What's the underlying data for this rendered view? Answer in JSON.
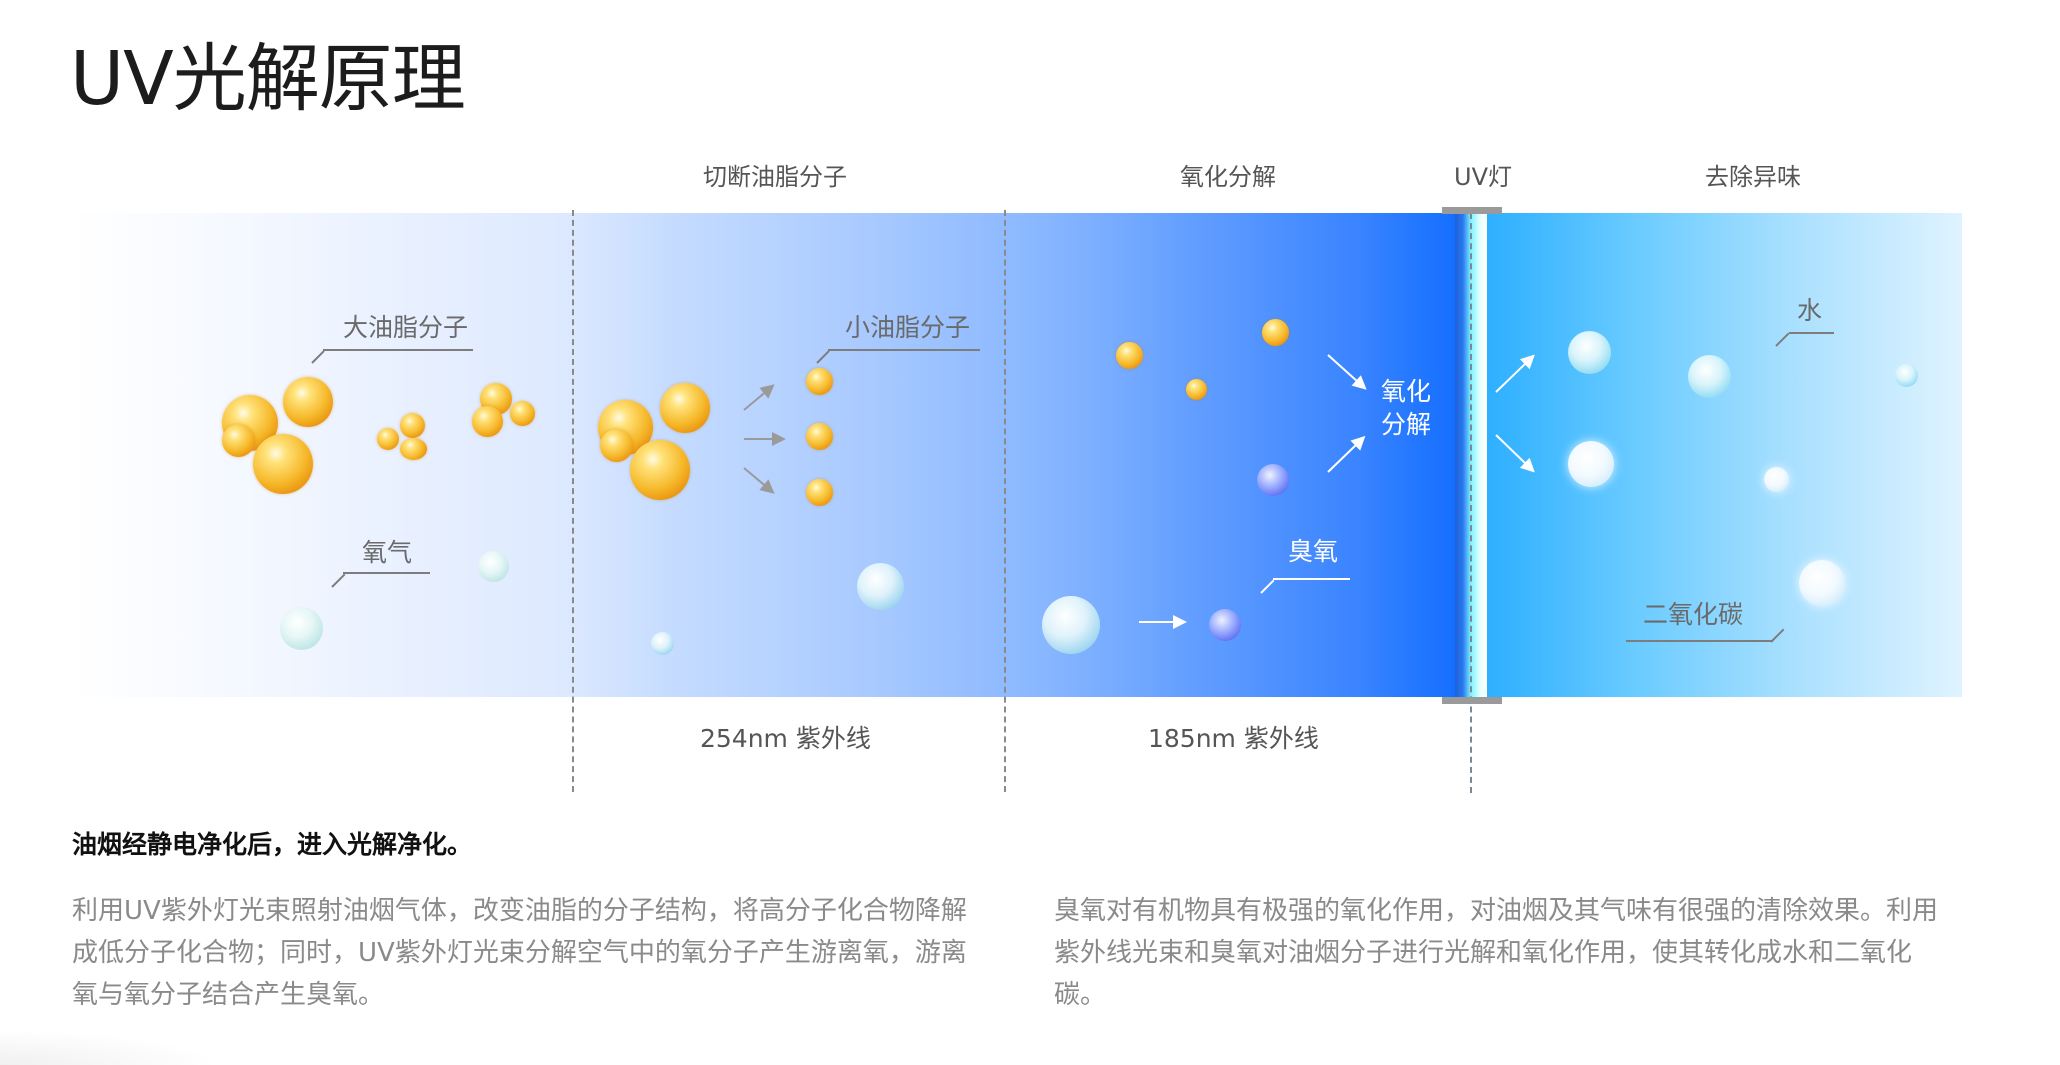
{
  "title": "UV光解原理",
  "sections": {
    "headers": [
      {
        "label": "切断油脂分子"
      },
      {
        "label": "氧化分解"
      },
      {
        "label": "UV灯"
      },
      {
        "label": "去除异味"
      }
    ],
    "wavelengths": [
      {
        "label": "254nm 紫外线"
      },
      {
        "label": "185nm 紫外线"
      }
    ]
  },
  "diagram": {
    "labels": {
      "large_oil": "大油脂分子",
      "oxygen": "氧气",
      "small_oil": "小油脂分子",
      "oxidize_line1": "氧化",
      "oxidize_line2": "分解",
      "ozone": "臭氧",
      "water": "水",
      "co2": "二氧化碳"
    },
    "colors": {
      "band_deep_blue": "#0a66ff",
      "band_cyan": "#29adff",
      "oil_gold": "#f6b82a",
      "ozone_purple": "#5a6cf0",
      "lamp_glow": "#7ef4ff"
    }
  },
  "description": {
    "lead": "油烟经静电净化后，进入光解净化。",
    "left": "利用UV紫外灯光束照射油烟气体，改变油脂的分子结构，将高分子化合物降解成低分子化合物；同时，UV紫外灯光束分解空气中的氧分子产生游离氧，游离氧与氧分子结合产生臭氧。",
    "right": "臭氧对有机物具有极强的氧化作用，对油烟及其气味有很强的清除效果。利用紫外线光束和臭氧对油烟分子进行光解和氧化作用，使其转化成水和二氧化碳。"
  }
}
